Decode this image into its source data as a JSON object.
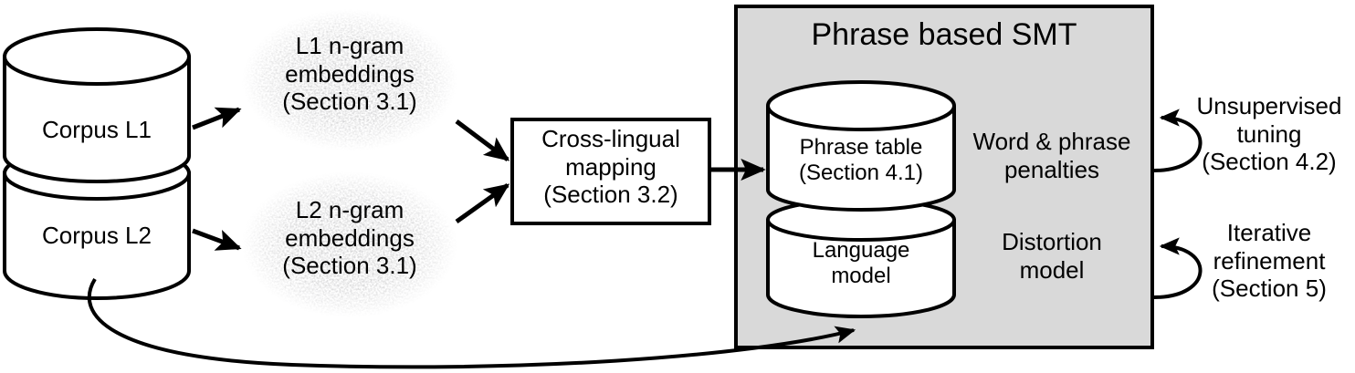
{
  "diagram": {
    "title": "Unsupervised phrase-based SMT pipeline",
    "background_color": "#ffffff",
    "smt_panel_color": "#d9d9d9",
    "stroke_color": "#000000",
    "nodes": {
      "corpus_l1": {
        "label": "Corpus L1",
        "shape": "cylinder"
      },
      "corpus_l2": {
        "label": "Corpus L2",
        "shape": "cylinder"
      },
      "embeddings_l1": {
        "label": "L1 n-gram\nembeddings\n(Section 3.1)",
        "shape": "point-cloud"
      },
      "embeddings_l2": {
        "label": "L2 n-gram\nembeddings\n(Section 3.1)",
        "shape": "point-cloud"
      },
      "cross_lingual_mapping": {
        "label": "Cross-lingual\nmapping\n(Section 3.2)",
        "shape": "rectangle"
      },
      "smt_panel": {
        "label": "Phrase based SMT",
        "shape": "rectangle-filled"
      },
      "phrase_table": {
        "label": "Phrase table\n(Section 4.1)",
        "shape": "cylinder"
      },
      "language_model": {
        "label": "Language\nmodel",
        "shape": "cylinder"
      },
      "word_phrase_penalties": {
        "label": "Word & phrase\npenalties",
        "shape": "text"
      },
      "distortion_model": {
        "label": "Distortion\nmodel",
        "shape": "text"
      },
      "unsupervised_tuning": {
        "label": "Unsupervised\ntuning\n(Section 4.2)",
        "shape": "text"
      },
      "iterative_refinement": {
        "label": "Iterative\nrefinement\n(Section 5)",
        "shape": "text"
      }
    },
    "edges": [
      {
        "name": "corpus-l1-to-embeddings-l1",
        "from": "corpus_l1",
        "to": "embeddings_l1",
        "style": "straight-arrow"
      },
      {
        "name": "corpus-l2-to-embeddings-l2",
        "from": "corpus_l2",
        "to": "embeddings_l2",
        "style": "straight-arrow"
      },
      {
        "name": "embeddings-l1-to-mapping",
        "from": "embeddings_l1",
        "to": "cross_lingual_mapping",
        "style": "straight-arrow"
      },
      {
        "name": "embeddings-l2-to-mapping",
        "from": "embeddings_l2",
        "to": "cross_lingual_mapping",
        "style": "straight-arrow"
      },
      {
        "name": "mapping-to-phrase-table",
        "from": "cross_lingual_mapping",
        "to": "phrase_table",
        "style": "straight-arrow"
      },
      {
        "name": "corpus-l2-to-language-model",
        "from": "corpus_l2",
        "to": "language_model",
        "style": "curved-arrow"
      },
      {
        "name": "unsupervised-tuning-loop",
        "from": "smt_panel",
        "to": "smt_panel",
        "style": "self-loop-arrow"
      },
      {
        "name": "iterative-refinement-loop",
        "from": "smt_panel",
        "to": "smt_panel",
        "style": "self-loop-arrow"
      }
    ]
  }
}
